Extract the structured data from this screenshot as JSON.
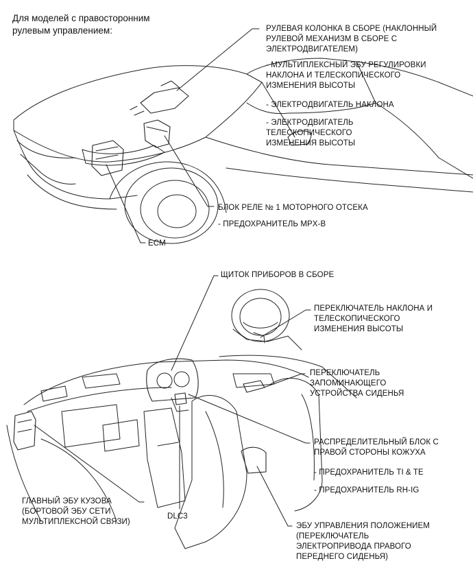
{
  "header": "Для моделей с правосторонним\nрулевым управлением:",
  "top": {
    "steering_column": "РУЛЕВАЯ КОЛОНКА В СБОРЕ (НАКЛОННЫЙ\nРУЛЕВОЙ МЕХАНИЗМ В СБОРЕ С\nЭЛЕКТРОДВИГАТЕЛЕМ)",
    "sub_ecu": "- МУЛЬТИПЛЕКСНЫЙ ЭБУ РЕГУЛИРОВКИ\nНАКЛОНА И ТЕЛЕСКОПИЧЕСКОГО\nИЗМЕНЕНИЯ ВЫСОТЫ",
    "sub_tilt_motor": "- ЭЛЕКТРОДВИГАТЕЛЬ НАКЛОНА",
    "sub_tele_motor": "- ЭЛЕКТРОДВИГАТЕЛЬ\nТЕЛЕСКОПИЧЕСКОГО\nИЗМЕНЕНИЯ ВЫСОТЫ",
    "relay_block": "БЛОК РЕЛЕ № 1 МОТОРНОГО ОТСЕКА",
    "sub_fuse_mpx": "- ПРЕДОХРАНИТЕЛЬ MPX-B",
    "ecm": "ECM"
  },
  "bottom": {
    "combination_meter": "ЩИТОК ПРИБОРОВ В СБОРЕ",
    "tilt_switch": "ПЕРЕКЛЮЧАТЕЛЬ НАКЛОНА И\nТЕЛЕСКОПИЧЕСКОГО\nИЗМЕНЕНИЯ ВЫСОТЫ",
    "memory_switch": "ПЕРЕКЛЮЧАТЕЛЬ\nЗАПОМИНАЮЩЕГО\nУСТРОЙСТВА СИДЕНЬЯ",
    "junction_block": "РАСПРЕДЕЛИТЕЛЬНЫЙ БЛОК С\nПРАВОЙ СТОРОНЫ КОЖУХА",
    "sub_fuse_tite": "- ПРЕДОХРАНИТЕЛЬ TI & TE",
    "sub_fuse_rhig": "- ПРЕДОХРАНИТЕЛЬ RH-IG",
    "main_body_ecu": "ГЛАВНЫЙ ЭБУ КУЗОВА\n(БОРТОВОЙ ЭБУ СЕТИ\nМУЛЬТИПЛЕКСНОЙ СВЯЗИ)",
    "dlc3": "DLC3",
    "seat_ecu": "ЭБУ УПРАВЛЕНИЯ ПОЛОЖЕНИЕМ\n(ПЕРЕКЛЮЧАТЕЛЬ\nЭЛЕКТРОПРИВОДА ПРАВОГО\nПЕРЕДНЕГО СИДЕНЬЯ)"
  }
}
